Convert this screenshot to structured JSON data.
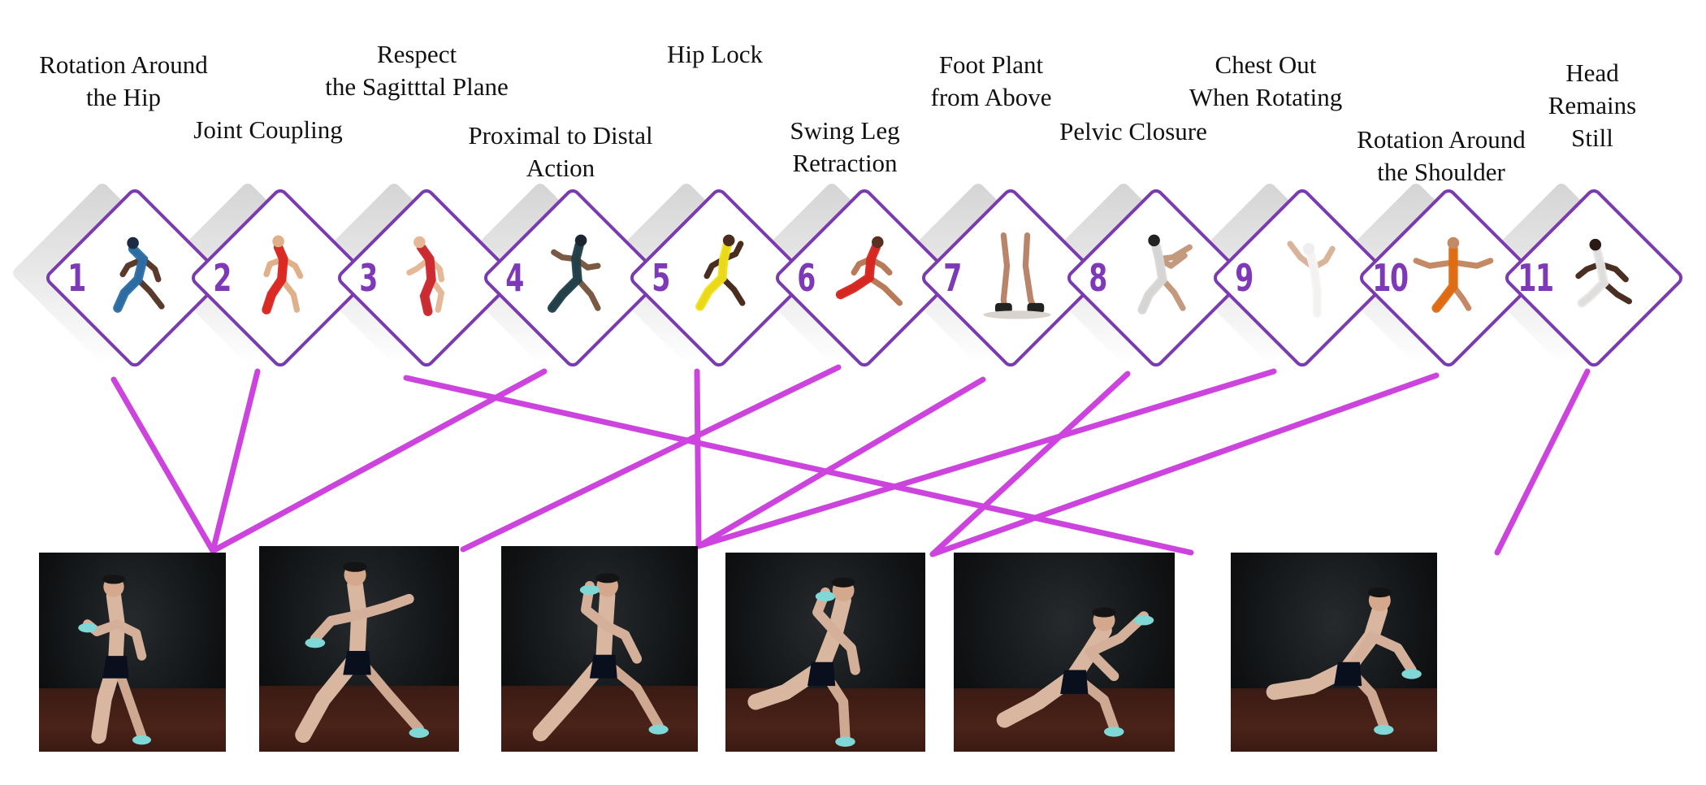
{
  "principles": [
    {
      "number": "1",
      "label": "Rotation Around\nthe Hip"
    },
    {
      "number": "2",
      "label": "Joint Coupling"
    },
    {
      "number": "3",
      "label": "Respect\nthe Sagitttal Plane"
    },
    {
      "number": "4",
      "label": "Proximal to Distal\nAction"
    },
    {
      "number": "5",
      "label": "Hip Lock"
    },
    {
      "number": "6",
      "label": "Swing Leg\nRetraction"
    },
    {
      "number": "7",
      "label": "Foot Plant\nfrom Above"
    },
    {
      "number": "8",
      "label": "Pelvic Closure"
    },
    {
      "number": "9",
      "label": "Chest Out\nWhen Rotating"
    },
    {
      "number": "10",
      "label": "Rotation Around\nthe Shoulder"
    },
    {
      "number": "11",
      "label": "Head Remains\nStill"
    }
  ],
  "phases": [
    "phase-1",
    "phase-2",
    "phase-3",
    "phase-4",
    "phase-5",
    "phase-6"
  ],
  "connections": [
    {
      "principle": "1",
      "phase": 1
    },
    {
      "principle": "2",
      "phase": 1
    },
    {
      "principle": "4",
      "phase": 1
    },
    {
      "principle": "6",
      "phase": 2
    },
    {
      "principle": "5",
      "phase": 3
    },
    {
      "principle": "7",
      "phase": 3
    },
    {
      "principle": "9",
      "phase": 3
    },
    {
      "principle": "8",
      "phase": 4
    },
    {
      "principle": "10",
      "phase": 4
    },
    {
      "principle": "3",
      "phase": 5
    },
    {
      "principle": "11",
      "phase": 6
    }
  ],
  "colors": {
    "connector": "#cc44dd",
    "diamond_border": "#7a3ab0",
    "number": "#7e3ab6",
    "text": "#111111"
  }
}
